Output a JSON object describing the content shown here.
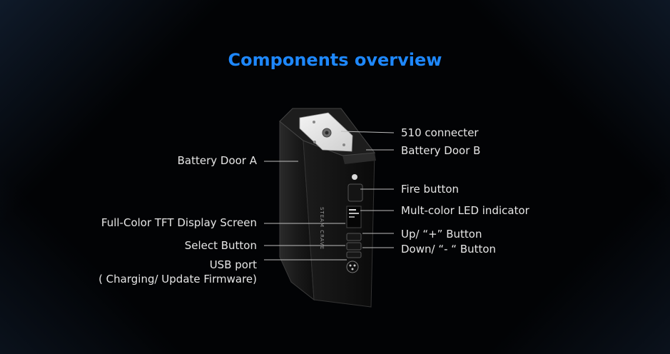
{
  "title": "Components overview",
  "labels": {
    "connector": "510 connecter",
    "battery_door_b": "Battery Door B",
    "battery_door_a": "Battery Door A",
    "fire_button": "Fire button",
    "led_indicator": "Mult-color LED indicator",
    "display_screen": "Full-Color TFT Display Screen",
    "up_button": "Up/ “+” Button",
    "select_button": "Select Button",
    "down_button": "Down/ “- “ Button",
    "usb_port_line1": "USB port",
    "usb_port_line2": "( Charging/ Update Firmware)"
  },
  "device_brand": "STEAM CRAVE",
  "colors": {
    "title": "#1e88ff",
    "label_text": "#e6e6e6",
    "leader_line": "#bdbdbd"
  }
}
